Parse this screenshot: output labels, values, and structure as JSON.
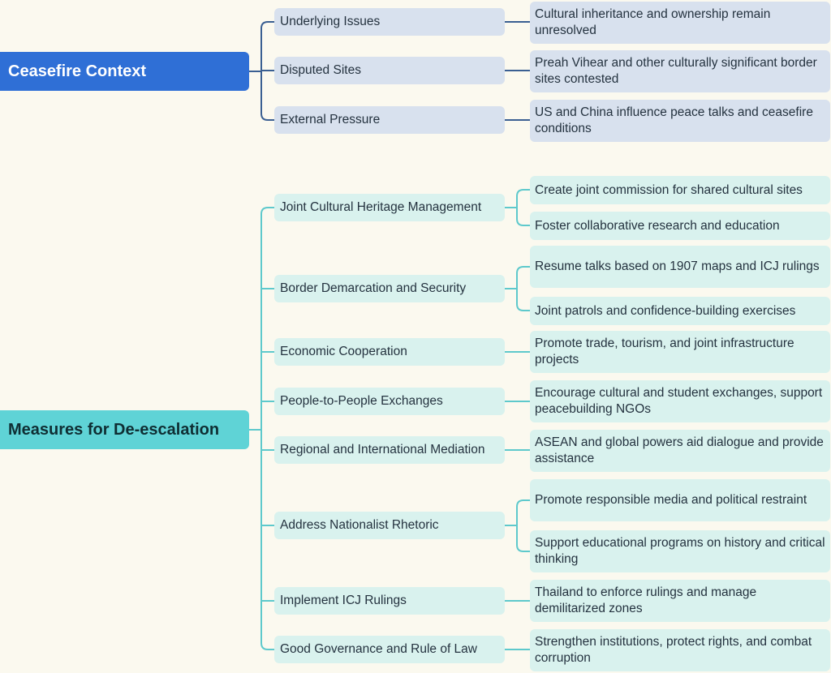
{
  "colors": {
    "background": "#fbf9ef",
    "blue_accent": "#2f6fd6",
    "blue_line": "#3a5f92",
    "teal_accent": "#5fd3d6",
    "teal_line": "#5ec9cc"
  },
  "branches": [
    {
      "title": "Ceasefire Context",
      "items": [
        {
          "label": "Underlying Issues",
          "details": [
            "Cultural inheritance and ownership remain unresolved"
          ]
        },
        {
          "label": "Disputed Sites",
          "details": [
            "Preah Vihear and other culturally significant border sites contested"
          ]
        },
        {
          "label": "External Pressure",
          "details": [
            "US and China influence peace talks and ceasefire conditions"
          ]
        }
      ]
    },
    {
      "title": "Measures for De-escalation",
      "items": [
        {
          "label": "Joint Cultural Heritage Management",
          "details": [
            "Create joint commission for shared cultural sites",
            "Foster collaborative research and education"
          ]
        },
        {
          "label": "Border Demarcation and Security",
          "details": [
            "Resume talks based on 1907 maps and ICJ rulings",
            "Joint patrols and confidence-building exercises"
          ]
        },
        {
          "label": "Economic Cooperation",
          "details": [
            "Promote trade, tourism, and joint infrastructure projects"
          ]
        },
        {
          "label": "People-to-People Exchanges",
          "details": [
            "Encourage cultural and student exchanges, support peacebuilding NGOs"
          ]
        },
        {
          "label": "Regional and International Mediation",
          "details": [
            "ASEAN and global powers aid dialogue and provide assistance"
          ]
        },
        {
          "label": "Address Nationalist Rhetoric",
          "details": [
            "Promote responsible media and political restraint",
            "Support educational programs on history and critical thinking"
          ]
        },
        {
          "label": "Implement ICJ Rulings",
          "details": [
            "Thailand to enforce rulings and manage demilitarized zones"
          ]
        },
        {
          "label": "Good Governance and Rule of Law",
          "details": [
            "Strengthen institutions, protect rights, and combat corruption"
          ]
        }
      ]
    }
  ]
}
